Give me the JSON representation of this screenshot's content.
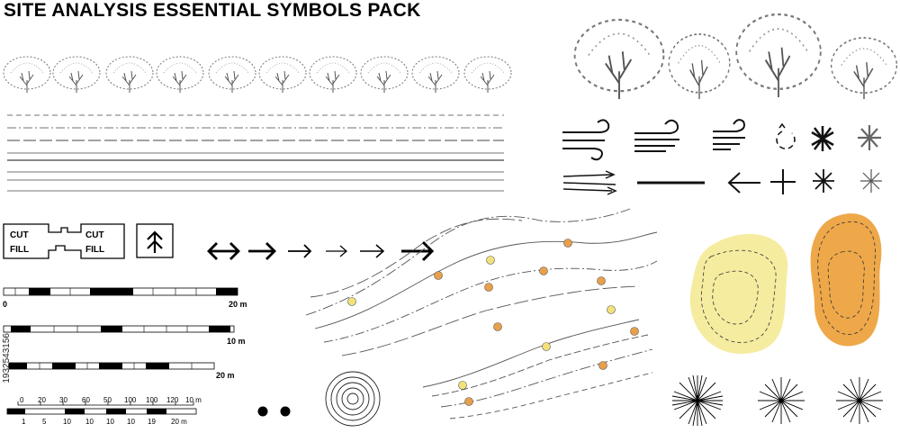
{
  "title": "SITE ANALYSIS ESSENTIAL SYMBOLS PACK",
  "cut_fill": {
    "cut": "CUT",
    "fill": "FILL"
  },
  "scale_bars": [
    {
      "labels": [
        "0",
        "20 m"
      ]
    },
    {
      "labels": [
        "10 m"
      ]
    },
    {
      "labels": [
        "20 m"
      ]
    },
    {
      "labels": [
        "0",
        "20",
        "30",
        "60",
        "50",
        "100",
        "100",
        "120",
        "10 m"
      ]
    },
    {
      "labels": [
        "1",
        "5",
        "10",
        "10",
        "10",
        "10",
        "19",
        "20 m"
      ]
    }
  ],
  "watermark": "1932543156",
  "colors": {
    "orange_dot": "#e8a04a",
    "yellow_dot": "#f3e27a",
    "yellow_blob": "#f5eca0",
    "orange_blob": "#eea84a"
  },
  "icons": [
    "tree-icon",
    "wind-icon",
    "north-arrow-icon",
    "arrow-icon",
    "sun-path-icon",
    "target-icon"
  ]
}
